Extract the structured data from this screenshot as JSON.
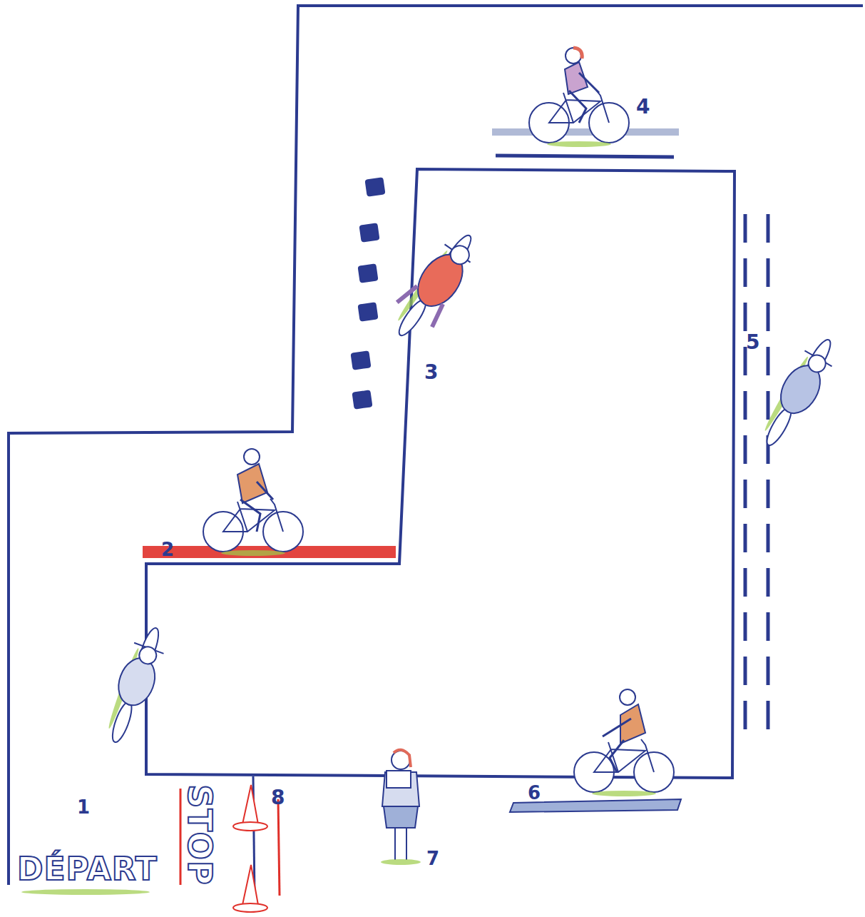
{
  "diagram": {
    "labels": [
      "1",
      "2",
      "3",
      "4",
      "5",
      "6",
      "7",
      "8",
      "DÉPART",
      "STOP"
    ]
  }
}
